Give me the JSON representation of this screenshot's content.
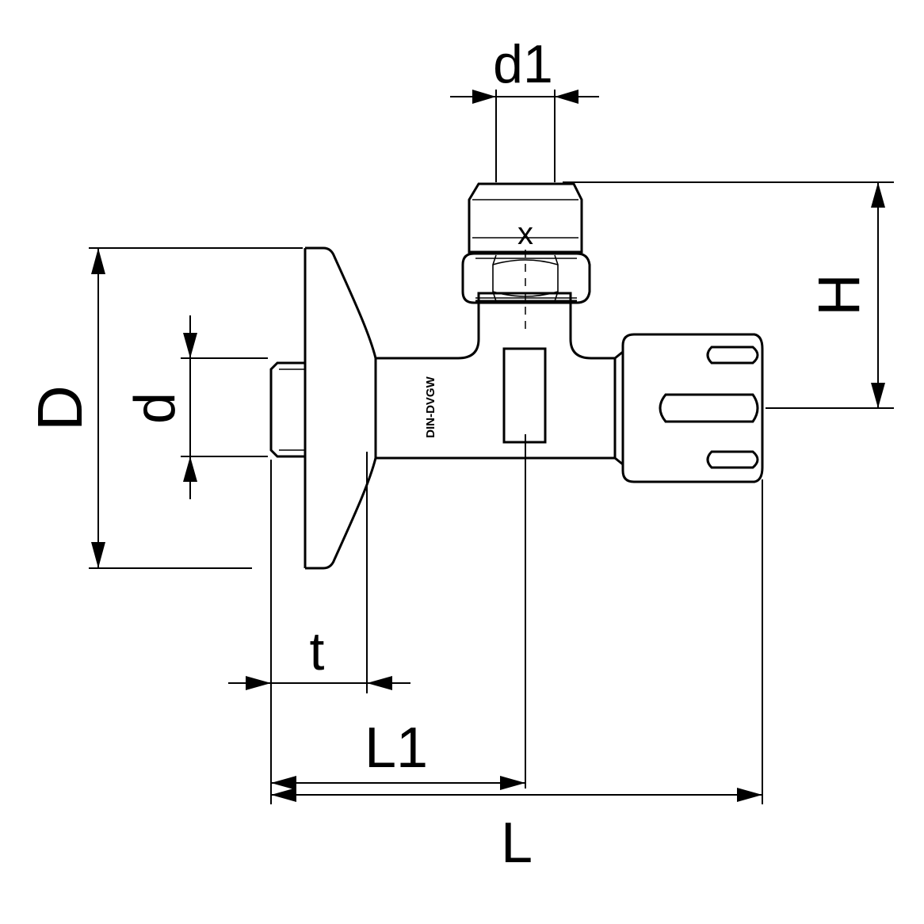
{
  "dimensions": {
    "d1": "d1",
    "H": "H",
    "D": "D",
    "d": "d",
    "t": "t",
    "L1": "L1",
    "L": "L",
    "x": "x"
  },
  "stamp": "DIN-DVGW",
  "colors": {
    "line": "#000000",
    "background": "#ffffff"
  }
}
